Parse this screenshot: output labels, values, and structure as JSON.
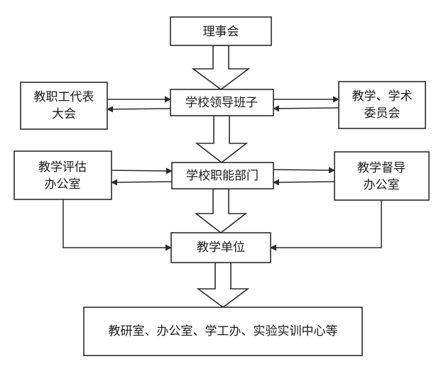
{
  "diagram": {
    "nodes": {
      "council": "理事会",
      "leadership": "学校领导班子",
      "staff_congress_l1": "教职工代表",
      "staff_congress_l2": "大会",
      "academic_committee_l1": "教学、学术",
      "academic_committee_l2": "委员会",
      "functional_depts": "学校职能部门",
      "eval_office_l1": "教学评估",
      "eval_office_l2": "办公室",
      "supervision_office_l1": "教学督导",
      "supervision_office_l2": "办公室",
      "teaching_units": "教学单位",
      "sub_units": "教研室、办公室、学工办、实验实训中心等"
    }
  }
}
